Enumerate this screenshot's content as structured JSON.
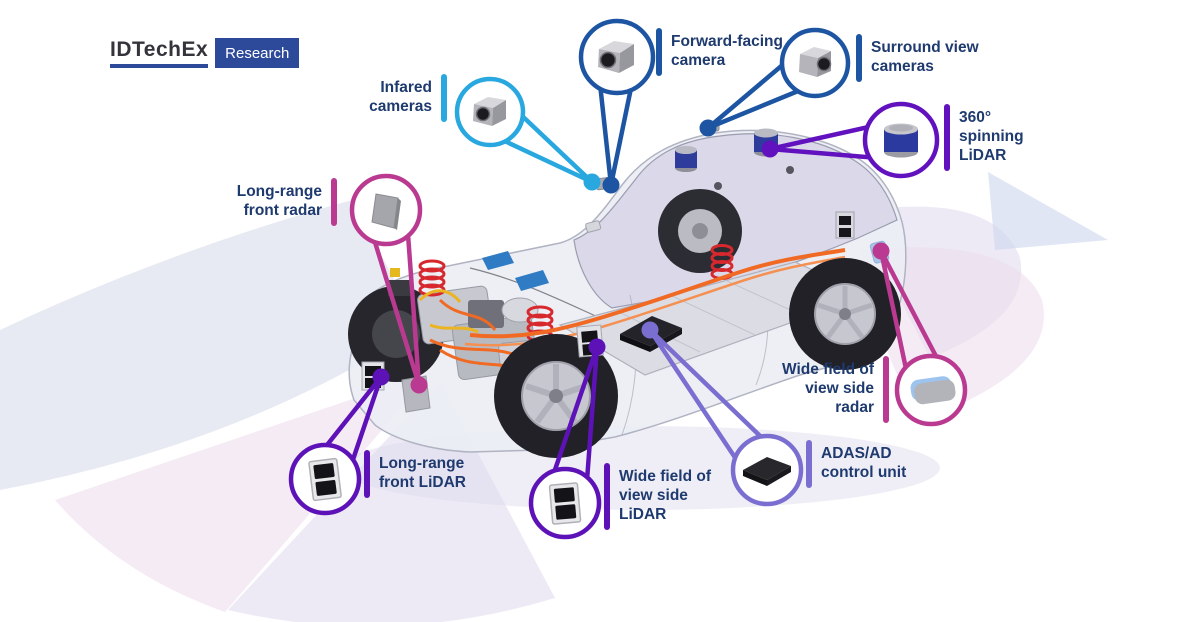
{
  "logo": {
    "brand": "IDTechEx",
    "sub": "Research"
  },
  "colors": {
    "label_text": "#1e3a6e",
    "brand_blue": "#2d4a9a",
    "light_blue": "#29a8e0",
    "dark_blue": "#1d55a3",
    "purple": "#6111be",
    "violet": "#7a6fd0",
    "magenta": "#b93a90"
  },
  "callouts": [
    {
      "id": "infrared-cameras",
      "label": "Infared\ncameras",
      "color": "#29a8e0",
      "icon": "camera-icon"
    },
    {
      "id": "forward-facing-camera",
      "label": "Forward-facing\ncamera",
      "color": "#1d55a3",
      "icon": "camera-icon"
    },
    {
      "id": "surround-view-cameras",
      "label": "Surround view\ncameras",
      "color": "#1d55a3",
      "icon": "camera-icon"
    },
    {
      "id": "spinning-lidar",
      "label": "360°\nspinning\nLiDAR",
      "color": "#6111be",
      "icon": "spinning-lidar-icon"
    },
    {
      "id": "long-range-front-radar",
      "label": "Long-range\nfront radar",
      "color": "#b93a90",
      "icon": "radar-plate-icon"
    },
    {
      "id": "long-range-front-lidar",
      "label": "Long-range\nfront LiDAR",
      "color": "#5d12b8",
      "icon": "lidar-icon"
    },
    {
      "id": "wide-fov-side-lidar",
      "label": "Wide field of\nview side\nLiDAR",
      "color": "#5d12b8",
      "icon": "lidar-icon"
    },
    {
      "id": "adas-control-unit",
      "label": "ADAS/AD\ncontrol unit",
      "color": "#7a6fd0",
      "icon": "control-unit-icon"
    },
    {
      "id": "wide-fov-side-radar",
      "label": "Wide field of\nview side\nradar",
      "color": "#b93a90",
      "icon": "side-radar-icon"
    }
  ]
}
